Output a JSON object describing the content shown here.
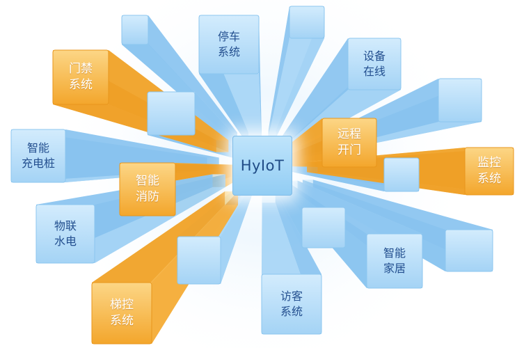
{
  "hub": {
    "label": "HyIoT"
  },
  "modules": [
    {
      "id": "parking",
      "lines": [
        "停车",
        "系统"
      ],
      "color": "blue"
    },
    {
      "id": "device",
      "lines": [
        "设备",
        "在线"
      ],
      "color": "blue"
    },
    {
      "id": "access",
      "lines": [
        "门禁",
        "系统"
      ],
      "color": "orange"
    },
    {
      "id": "remote-door",
      "lines": [
        "远程",
        "开门"
      ],
      "color": "orange"
    },
    {
      "id": "charging",
      "lines": [
        "智能",
        "充电桩"
      ],
      "color": "blue"
    },
    {
      "id": "fire",
      "lines": [
        "智能",
        "消防"
      ],
      "color": "orange"
    },
    {
      "id": "monitor",
      "lines": [
        "监控",
        "系统"
      ],
      "color": "orange"
    },
    {
      "id": "utilities",
      "lines": [
        "物联",
        "水电"
      ],
      "color": "blue"
    },
    {
      "id": "home",
      "lines": [
        "智能",
        "家居"
      ],
      "color": "blue"
    },
    {
      "id": "elevator",
      "lines": [
        "梯控",
        "系统"
      ],
      "color": "orange"
    },
    {
      "id": "visitor",
      "lines": [
        "访客",
        "系统"
      ],
      "color": "blue"
    }
  ],
  "colors": {
    "blue_light": "#cde9fc",
    "blue_mid": "#a6d5f6",
    "blue_dark": "#86c2ee",
    "orange_light": "#fbd27a",
    "orange_mid": "#f6b03f",
    "orange_dark": "#ee9d22",
    "text_blue": "#234f8f",
    "text_orange": "#ffffff"
  }
}
